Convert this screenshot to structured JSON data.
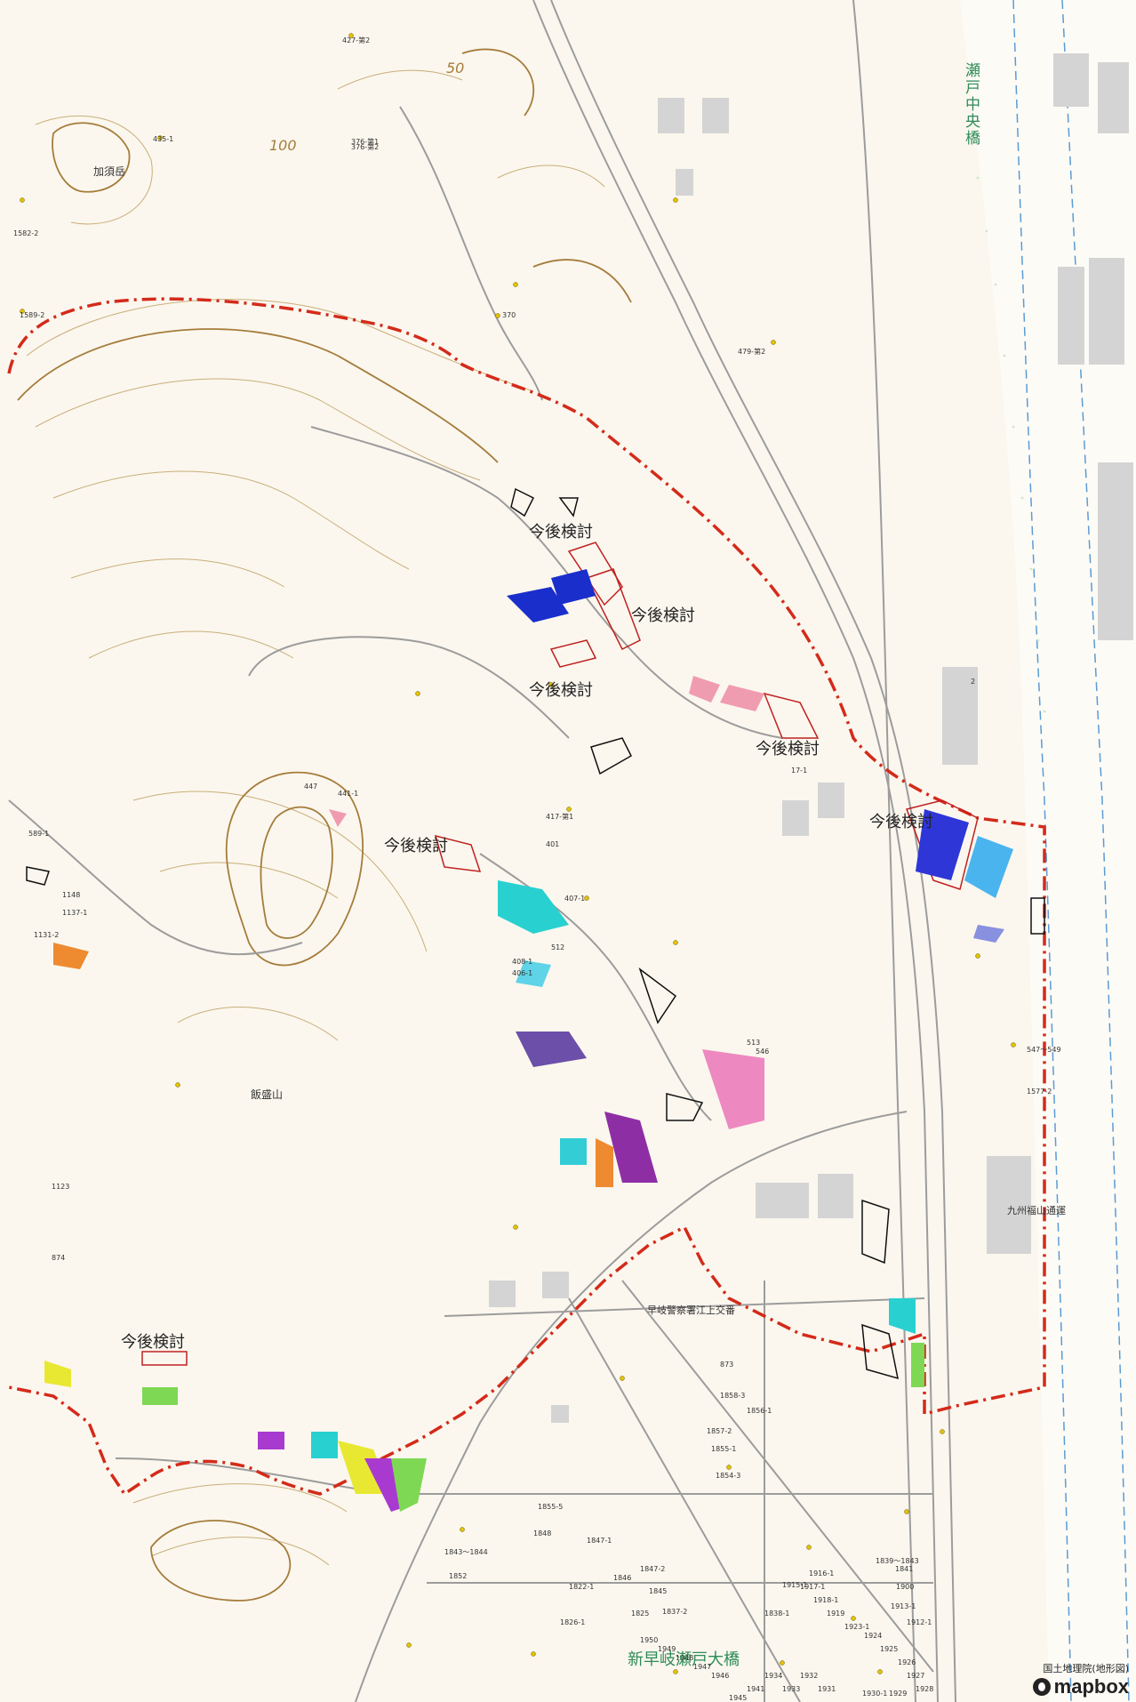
{
  "map": {
    "attribution_source": "国土地理院(地形図)",
    "attribution_logo": "mapbox",
    "labels": {
      "bridge_top": "瀬戸中央橋",
      "bridge_bottom": "新早岐瀬戸大橋",
      "mountain_1": "加須岳",
      "mountain_2": "飯盛山",
      "police": "早岐警察署江上交番",
      "company": "九州福山通運",
      "contour_50": "50",
      "contour_100": "100"
    },
    "tbd_labels": [
      "今後検討",
      "今後検討",
      "今後検討",
      "今後検討",
      "今後検討",
      "今後検討",
      "今後検討"
    ],
    "parcel_numbers": [
      "427-第2",
      "435-1",
      "376-第1",
      "376-第2",
      "1582-2",
      "1589-2",
      "370",
      "479-第2",
      "2",
      "17-1",
      "447",
      "441-1",
      "417-第1",
      "401",
      "407-1",
      "408-1",
      "406-1",
      "512",
      "513",
      "546",
      "547～549",
      "1577-2",
      "589-1",
      "1148",
      "1137-1",
      "1131-2",
      "1123",
      "874",
      "873",
      "1858-3",
      "1856-1",
      "1857-2",
      "1855-1",
      "1854-3",
      "1855-5",
      "1848",
      "1847-1",
      "1847-2",
      "1846",
      "1845",
      "1843～1844",
      "1852",
      "1826-1",
      "1822-1",
      "1825",
      "1837-2",
      "1838-1",
      "1839～1843",
      "1841",
      "1900",
      "1913-1",
      "1912-1",
      "1915-1",
      "1916-1",
      "1917-1",
      "1918-1",
      "1919",
      "1923-1",
      "1924",
      "1925",
      "1926",
      "1927",
      "1928",
      "1929",
      "1930-1",
      "1931",
      "1932",
      "1933",
      "1934",
      "1941",
      "1945",
      "1946",
      "1947",
      "1948",
      "1949",
      "1950"
    ]
  }
}
